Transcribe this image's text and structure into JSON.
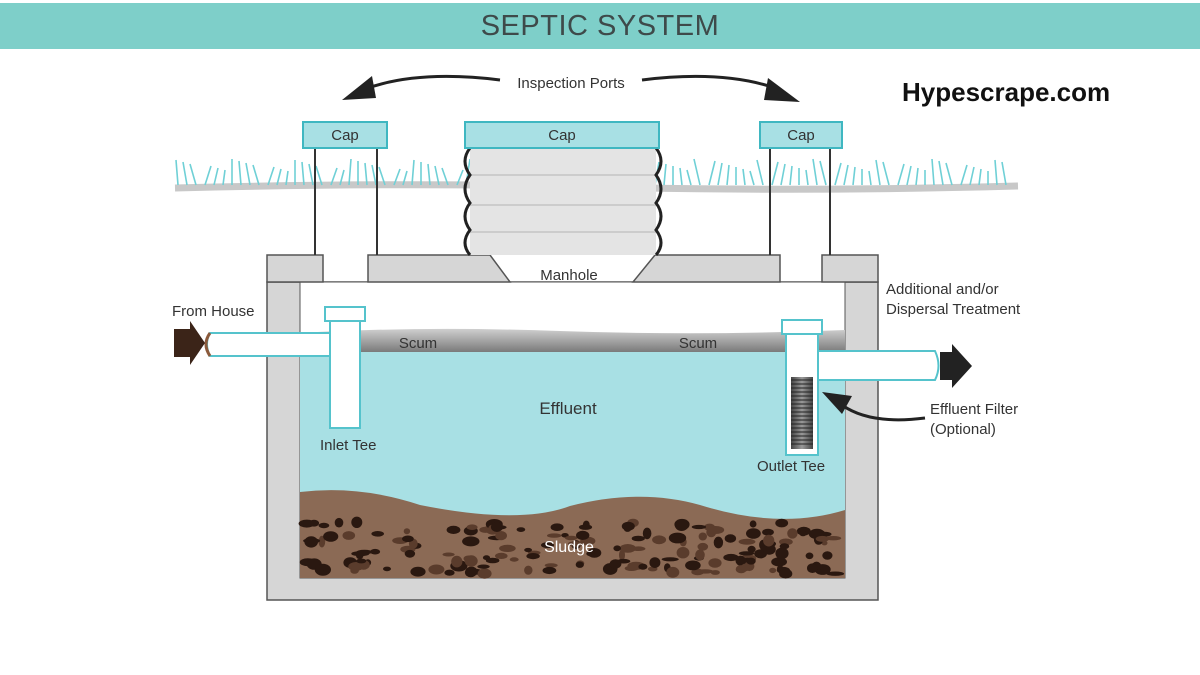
{
  "header": {
    "title": "SEPTIC SYSTEM"
  },
  "watermark": "Hypescrape.com",
  "labels": {
    "inspection_ports": "Inspection Ports",
    "cap_left": "Cap",
    "cap_center": "Cap",
    "cap_right": "Cap",
    "manhole": "Manhole",
    "from_house": "From House",
    "additional_line1": "Additional and/or",
    "additional_line2": "Dispersal Treatment",
    "scum_left": "Scum",
    "scum_right": "Scum",
    "effluent": "Effluent",
    "inlet_tee": "Inlet Tee",
    "outlet_tee": "Outlet Tee",
    "effluent_filter_line1": "Effluent Filter",
    "effluent_filter_line2": "(Optional)",
    "sludge": "Sludge"
  },
  "colors": {
    "banner": "#7ecfc9",
    "effluent": "#a8e0e4",
    "scum": "#8c8c8c",
    "sludge": "#8b6a55",
    "pipe_outline": "#55c3cc",
    "concrete": "#d6d6d6",
    "cap_fill": "#a8e0e4"
  }
}
